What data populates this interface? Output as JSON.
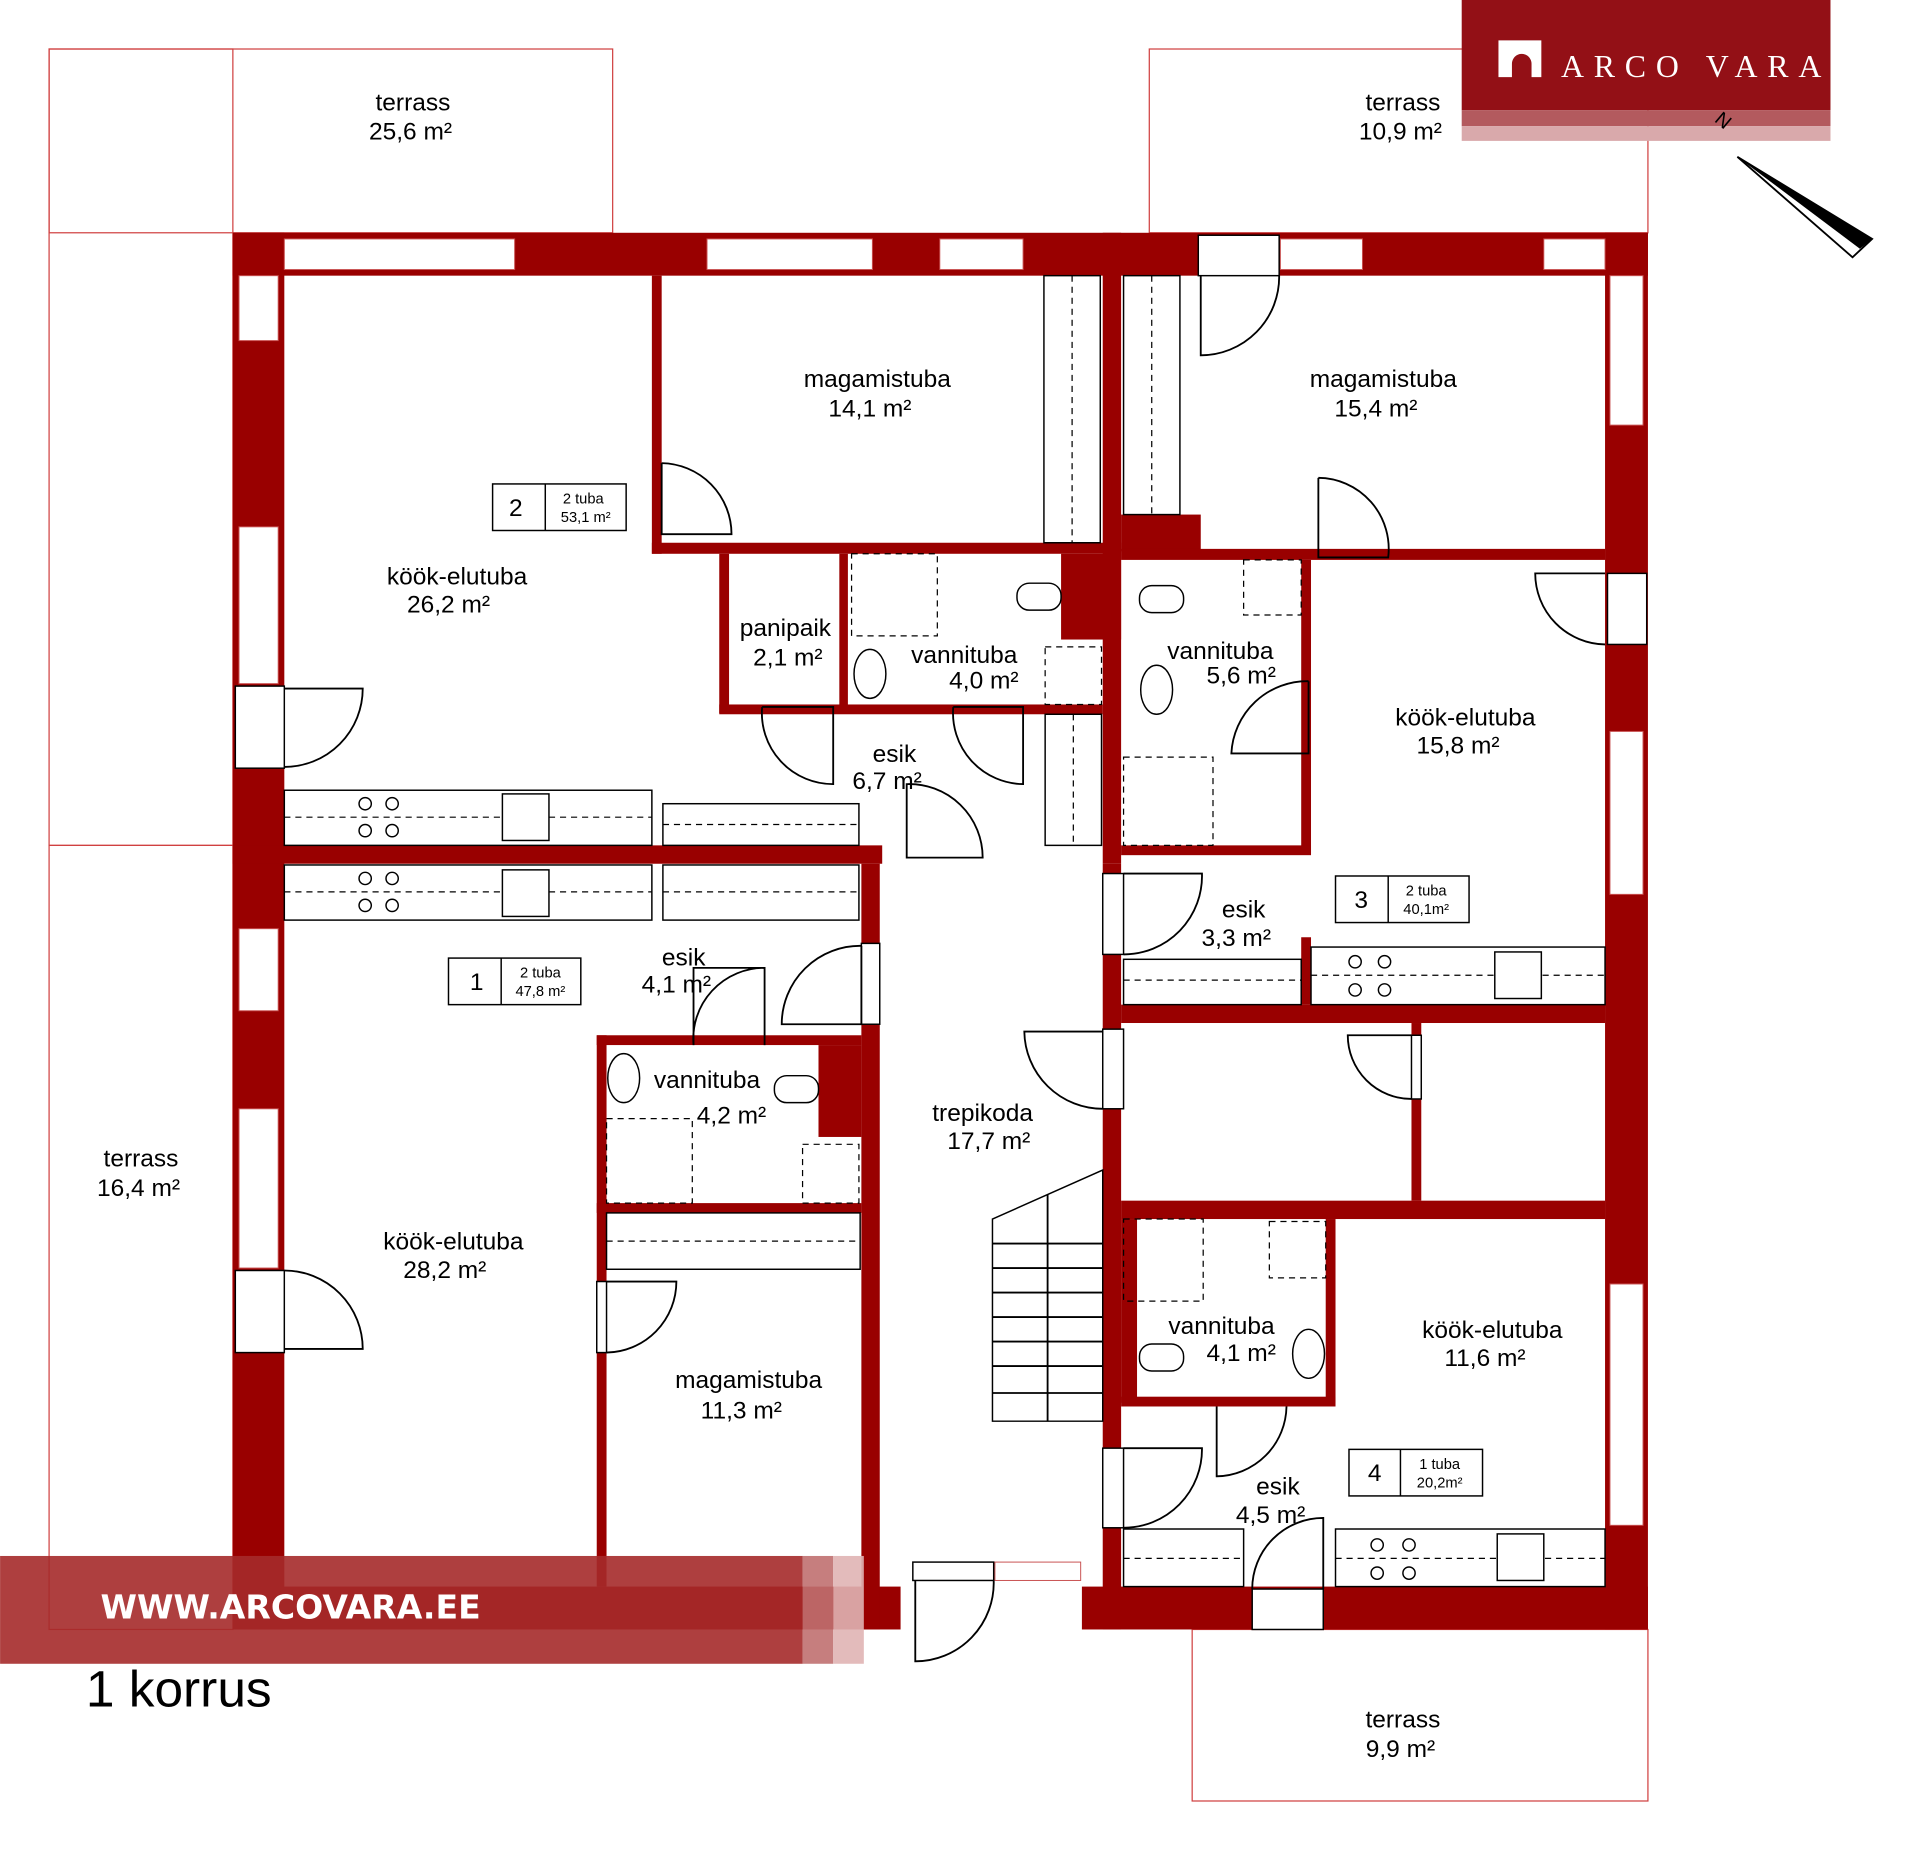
{
  "brand": {
    "name": "ARCO VARA",
    "website": "WWW.ARCOVARA.EE",
    "color": "#990000"
  },
  "floor_label": "1 korrus",
  "compass": {
    "label": "N"
  },
  "rooms": [
    {
      "name": "terrass",
      "area": "25,6 m²"
    },
    {
      "name": "terrass",
      "area": "10,9 m²"
    },
    {
      "name": "terrass",
      "area": "16,4 m²"
    },
    {
      "name": "terrass",
      "area": "9,9 m²"
    },
    {
      "name": "magamistuba",
      "area": "14,1 m²"
    },
    {
      "name": "magamistuba",
      "area": "15,4 m²"
    },
    {
      "name": "köök-elutuba",
      "area": "26,2 m²"
    },
    {
      "name": "panipaik",
      "area": "2,1 m²"
    },
    {
      "name": "vannituba",
      "area": "4,0 m²"
    },
    {
      "name": "vannituba",
      "area": "5,6 m²"
    },
    {
      "name": "esik",
      "area": "6,7 m²"
    },
    {
      "name": "köök-elutuba",
      "area": "15,8 m²"
    },
    {
      "name": "esik",
      "area": "3,3 m²"
    },
    {
      "name": "esik",
      "area": "4,1 m²"
    },
    {
      "name": "vannituba",
      "area": "4,2 m²"
    },
    {
      "name": "trepikoda",
      "area": "17,7 m²"
    },
    {
      "name": "köök-elutuba",
      "area": "28,2 m²"
    },
    {
      "name": "magamistuba",
      "area": "11,3 m²"
    },
    {
      "name": "vannituba",
      "area": "4,1 m²"
    },
    {
      "name": "köök-elutuba",
      "area": "11,6 m²"
    },
    {
      "name": "esik",
      "area": "4,5 m²"
    }
  ],
  "units": [
    {
      "number": "1",
      "rooms": "2 tuba",
      "area": "47,8 m²"
    },
    {
      "number": "2",
      "rooms": "2 tuba",
      "area": "53,1 m²"
    },
    {
      "number": "3",
      "rooms": "2 tuba",
      "area": "40,1m²"
    },
    {
      "number": "4",
      "rooms": "1 tuba",
      "area": "20,2m²"
    }
  ]
}
